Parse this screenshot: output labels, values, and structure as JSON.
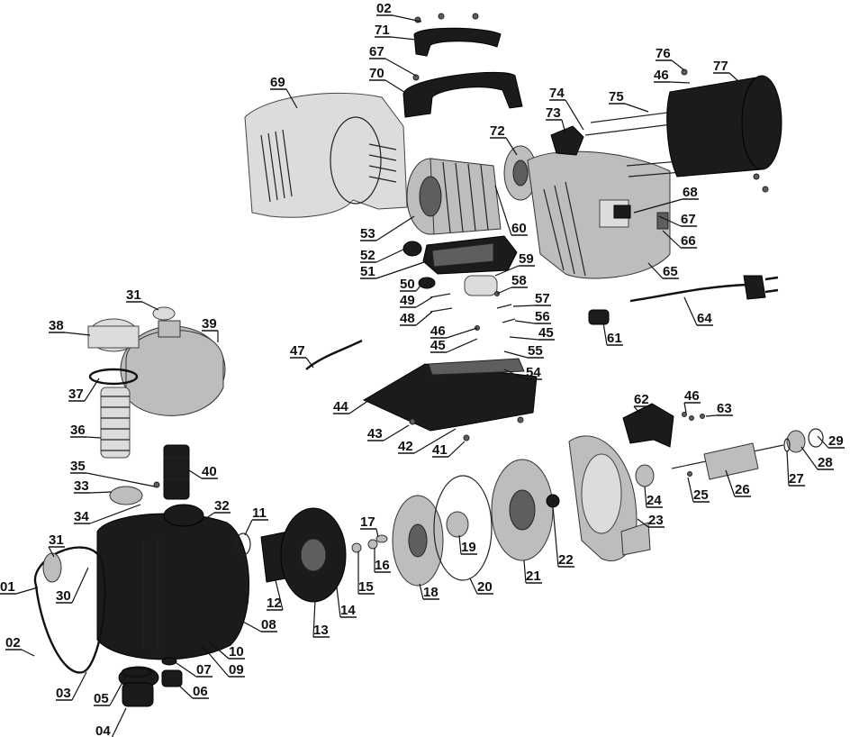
{
  "diagram": {
    "parts": [
      {
        "id": "p02a",
        "label": "02"
      },
      {
        "id": "p71",
        "label": "71"
      },
      {
        "id": "p67a",
        "label": "67"
      },
      {
        "id": "p70",
        "label": "70"
      },
      {
        "id": "p69",
        "label": "69"
      },
      {
        "id": "p76",
        "label": "76"
      },
      {
        "id": "p46a",
        "label": "46"
      },
      {
        "id": "p77",
        "label": "77"
      },
      {
        "id": "p74",
        "label": "74"
      },
      {
        "id": "p75",
        "label": "75"
      },
      {
        "id": "p73",
        "label": "73"
      },
      {
        "id": "p72",
        "label": "72"
      },
      {
        "id": "p68",
        "label": "68"
      },
      {
        "id": "p67b",
        "label": "67"
      },
      {
        "id": "p66",
        "label": "66"
      },
      {
        "id": "p53",
        "label": "53"
      },
      {
        "id": "p60",
        "label": "60"
      },
      {
        "id": "p52",
        "label": "52"
      },
      {
        "id": "p51",
        "label": "51"
      },
      {
        "id": "p59",
        "label": "59"
      },
      {
        "id": "p65",
        "label": "65"
      },
      {
        "id": "p50",
        "label": "50"
      },
      {
        "id": "p58",
        "label": "58"
      },
      {
        "id": "p49",
        "label": "49"
      },
      {
        "id": "p57",
        "label": "57"
      },
      {
        "id": "p48",
        "label": "48"
      },
      {
        "id": "p56",
        "label": "56"
      },
      {
        "id": "p64",
        "label": "64"
      },
      {
        "id": "p61",
        "label": "61"
      },
      {
        "id": "p46b",
        "label": "46"
      },
      {
        "id": "p45a",
        "label": "45"
      },
      {
        "id": "p45b",
        "label": "45"
      },
      {
        "id": "p55",
        "label": "55"
      },
      {
        "id": "p31a",
        "label": "31"
      },
      {
        "id": "p38",
        "label": "38"
      },
      {
        "id": "p39",
        "label": "39"
      },
      {
        "id": "p47",
        "label": "47"
      },
      {
        "id": "p54",
        "label": "54"
      },
      {
        "id": "p37",
        "label": "37"
      },
      {
        "id": "p44",
        "label": "44"
      },
      {
        "id": "p62",
        "label": "62"
      },
      {
        "id": "p46c",
        "label": "46"
      },
      {
        "id": "p63",
        "label": "63"
      },
      {
        "id": "p36",
        "label": "36"
      },
      {
        "id": "p43",
        "label": "43"
      },
      {
        "id": "p42",
        "label": "42"
      },
      {
        "id": "p41",
        "label": "41"
      },
      {
        "id": "p29",
        "label": "29"
      },
      {
        "id": "p28",
        "label": "28"
      },
      {
        "id": "p27",
        "label": "27"
      },
      {
        "id": "p35",
        "label": "35"
      },
      {
        "id": "p40",
        "label": "40"
      },
      {
        "id": "p33",
        "label": "33"
      },
      {
        "id": "p26",
        "label": "26"
      },
      {
        "id": "p25",
        "label": "25"
      },
      {
        "id": "p24",
        "label": "24"
      },
      {
        "id": "p32",
        "label": "32"
      },
      {
        "id": "p34",
        "label": "34"
      },
      {
        "id": "p23",
        "label": "23"
      },
      {
        "id": "p11",
        "label": "11"
      },
      {
        "id": "p17",
        "label": "17"
      },
      {
        "id": "p31b",
        "label": "31"
      },
      {
        "id": "p19",
        "label": "19"
      },
      {
        "id": "p22",
        "label": "22"
      },
      {
        "id": "p16",
        "label": "16"
      },
      {
        "id": "p21",
        "label": "21"
      },
      {
        "id": "p01",
        "label": "01"
      },
      {
        "id": "p30",
        "label": "30"
      },
      {
        "id": "p12",
        "label": "12"
      },
      {
        "id": "p15",
        "label": "15"
      },
      {
        "id": "p18",
        "label": "18"
      },
      {
        "id": "p20",
        "label": "20"
      },
      {
        "id": "p14",
        "label": "14"
      },
      {
        "id": "p13",
        "label": "13"
      },
      {
        "id": "p08",
        "label": "08"
      },
      {
        "id": "p02b",
        "label": "02"
      },
      {
        "id": "p10",
        "label": "10"
      },
      {
        "id": "p09",
        "label": "09"
      },
      {
        "id": "p07",
        "label": "07"
      },
      {
        "id": "p03",
        "label": "03"
      },
      {
        "id": "p05",
        "label": "05"
      },
      {
        "id": "p06",
        "label": "06"
      },
      {
        "id": "p04",
        "label": "04"
      }
    ]
  }
}
